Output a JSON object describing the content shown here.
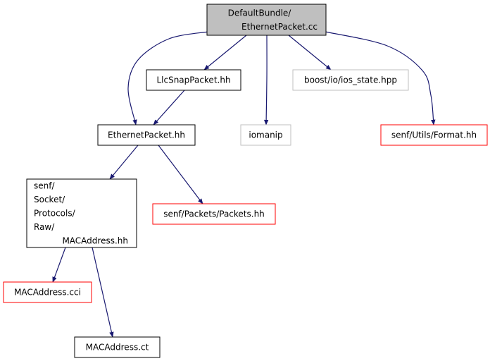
{
  "colors": {
    "edge": "#191970",
    "root_fill": "#bfbfbf",
    "border_default": "#000000",
    "border_missing": "#bfbfbf",
    "border_undocumented": "#ff0000"
  },
  "nodes": [
    {
      "id": "root",
      "name": "node-defaultbundle-ethernetpacket-cc",
      "lines": [
        "DefaultBundle/",
        "EthernetPacket.cc"
      ],
      "style": "root",
      "align": "right"
    },
    {
      "id": "llcsnap",
      "name": "node-llcsnappacket-hh",
      "lines": [
        "LlcSnapPacket.hh"
      ],
      "style": "default",
      "align": "center"
    },
    {
      "id": "boostios",
      "name": "node-boost-io-ios-state-hpp",
      "lines": [
        "boost/io/ios_state.hpp"
      ],
      "style": "missing",
      "align": "center"
    },
    {
      "id": "ethernet",
      "name": "node-ethernetpacket-hh",
      "lines": [
        "EthernetPacket.hh"
      ],
      "style": "default",
      "align": "center"
    },
    {
      "id": "iomanip",
      "name": "node-iomanip",
      "lines": [
        "iomanip"
      ],
      "style": "missing",
      "align": "center"
    },
    {
      "id": "format",
      "name": "node-senf-utils-format-hh",
      "lines": [
        "senf/Utils/Format.hh"
      ],
      "style": "undocumented",
      "align": "center"
    },
    {
      "id": "macaddr",
      "name": "node-senf-socket-protocols-raw-macaddress-hh",
      "lines": [
        "senf/",
        "Socket/",
        "Protocols/",
        "Raw/",
        "MACAddress.hh"
      ],
      "style": "default",
      "align": "left-last-right"
    },
    {
      "id": "packets",
      "name": "node-senf-packets-packets-hh",
      "lines": [
        "senf/Packets/Packets.hh"
      ],
      "style": "undocumented",
      "align": "center"
    },
    {
      "id": "maccci",
      "name": "node-macaddress-cci",
      "lines": [
        "MACAddress.cci"
      ],
      "style": "undocumented",
      "align": "center"
    },
    {
      "id": "macct",
      "name": "node-macaddress-ct",
      "lines": [
        "MACAddress.ct"
      ],
      "style": "default",
      "align": "center"
    }
  ],
  "edges": [
    {
      "from": "root",
      "to": "llcsnap"
    },
    {
      "from": "root",
      "to": "boostios"
    },
    {
      "from": "root",
      "to": "ethernet"
    },
    {
      "from": "root",
      "to": "iomanip"
    },
    {
      "from": "root",
      "to": "format"
    },
    {
      "from": "llcsnap",
      "to": "ethernet"
    },
    {
      "from": "ethernet",
      "to": "macaddr"
    },
    {
      "from": "ethernet",
      "to": "packets"
    },
    {
      "from": "macaddr",
      "to": "maccci"
    },
    {
      "from": "macaddr",
      "to": "macct"
    }
  ]
}
